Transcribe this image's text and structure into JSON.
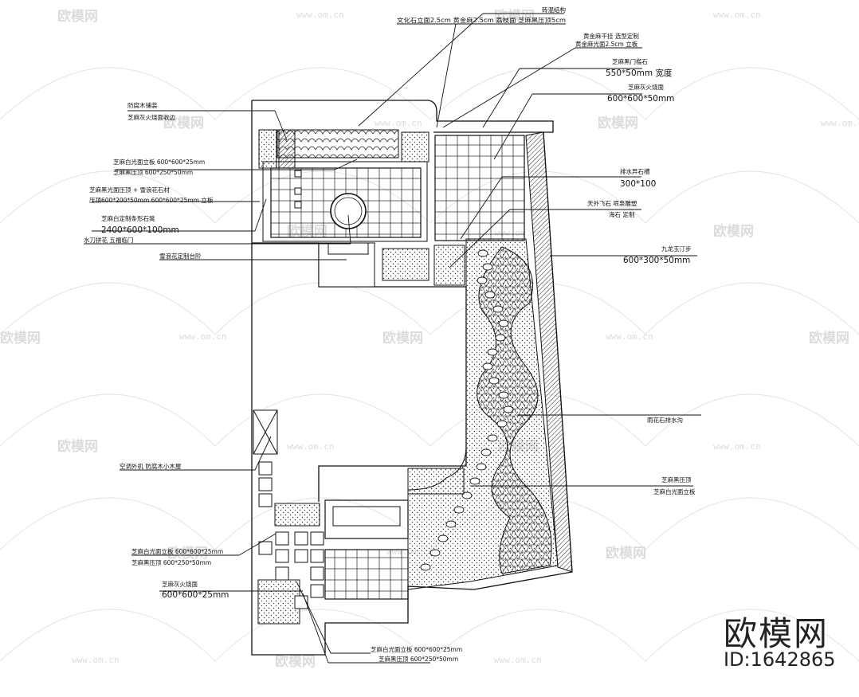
{
  "brand": {
    "name": "欧模网",
    "id": "ID:1642865"
  },
  "watermark": {
    "logo": "欧模网",
    "url": "www.om.cn"
  },
  "labels": {
    "top": [
      "砖混结构",
      "文化石立面2.5cm 黄金麻2.5cm 荔枝面 芝麻黑压顶5cm",
      "黄金麻干挂 选型定制",
      "黄金麻光面2.5cm 立板",
      "芝麻黑门槛石",
      "550*50mm 宽度",
      "芝麻灰火烧面",
      "600*600*50mm"
    ],
    "left_top": [
      "防腐木铺装",
      "芝麻灰火烧面收边",
      "芝麻白光面立板 600*600*25mm",
      "芝麻黑压顶 600*250*50mm",
      "芝麻黑光面压顶 + 雪浪花石材",
      "压顶600*200*50mm 600*600*25mm 立板",
      "芝麻白定制条形石凳",
      "2400*600*100mm",
      "水刀拼花 五福临门",
      "雪浪花定制台阶"
    ],
    "right": [
      "排水异石槽",
      "300*100",
      "天外飞石 喷泉雕塑",
      "海石 定制",
      "九龙玉汀步",
      "600*300*50mm",
      "雨花石排水沟",
      "芝麻黑压顶",
      "芝麻白光面立板"
    ],
    "left_bottom": [
      "空调外机 防腐木小木屋",
      "芝麻白光面立板 600*600*25mm",
      "芝麻黑压顶 600*250*50mm",
      "芝麻灰火烧面",
      "600*600*25mm"
    ],
    "bottom": [
      "芝麻白光面立板 600*600*25mm",
      "芝麻黑压顶 600*250*50mm"
    ]
  }
}
